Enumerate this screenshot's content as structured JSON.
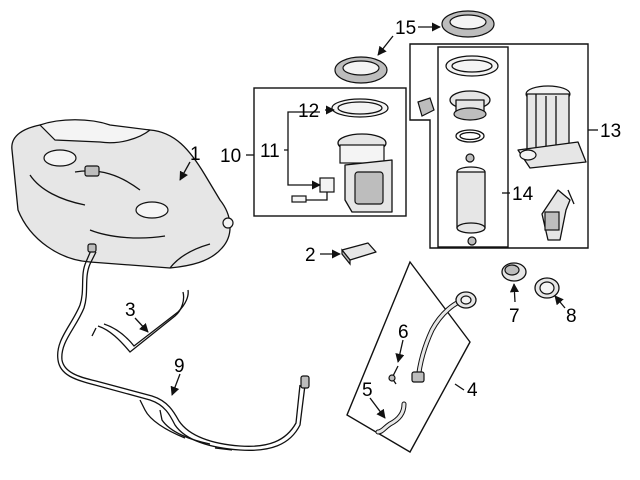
{
  "callouts": {
    "c1": "1",
    "c2": "2",
    "c3": "3",
    "c4": "4",
    "c5": "5",
    "c6": "6",
    "c7": "7",
    "c8": "8",
    "c9": "9",
    "c10": "10",
    "c11": "11",
    "c12": "12",
    "c13": "13",
    "c14": "14",
    "c15": "15"
  },
  "colors": {
    "line": "#111111",
    "fill": "#e6e6e6",
    "background": "#ffffff"
  }
}
